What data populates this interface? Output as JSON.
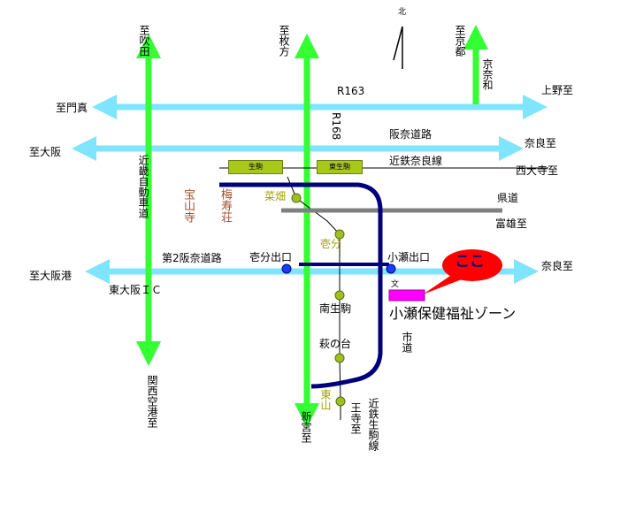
{
  "colors": {
    "expressway": "#7fe5ff",
    "highway": "#33ff33",
    "road_dark": "#00007a",
    "prefectural": "#808080",
    "station": "#a0c020",
    "exit": "#1a3cff",
    "destination": "#ff00ff",
    "balloon": "#ff0000"
  },
  "north": {
    "label": "北"
  },
  "routes": {
    "r163": "R163",
    "r168": "R168",
    "hanna_road": "阪奈道路",
    "kintetsu_nara_line": "近鉄奈良線",
    "prefectural_road": "県道",
    "dai2_hanna": "第2阪奈道路",
    "kinki_expressway": "近畿自動車道",
    "city_road": "市道",
    "kintetsu_ikoma_line": "近鉄生駒線"
  },
  "directions": {
    "to_suita": "至吹田",
    "to_hirakata": "至枚方",
    "to_kyoto": "至京都",
    "to_kadoma": "至門真",
    "to_ueno": "上野至",
    "kyonara": "京奈和",
    "to_osaka": "至大阪",
    "to_nara1": "奈良至",
    "to_saidaiji": "西大寺至",
    "to_tomio": "富雄至",
    "to_osakako": "至大阪港",
    "to_nara2": "奈良至",
    "to_kansai_airport": "関西空港至",
    "to_shingu": "新宮至",
    "to_oji": "王寺至"
  },
  "places": {
    "hozanji": "宝山寺",
    "umejuso": "梅寿荘",
    "higashiosaka_ic": "東大阪ＩＣ",
    "ichibu_exit": "壱分出口",
    "kose_exit": "小瀬出口"
  },
  "stations": {
    "ikoma": "生駒",
    "higashi_ikoma": "東生駒",
    "nabata": "菜畑",
    "ichibu": "壱分",
    "minami_ikoma": "南生駒",
    "haginodai": "萩の台",
    "higashiyama": "東山"
  },
  "destination": {
    "mark": "文",
    "name": "小瀬保健福祉ゾーン",
    "balloon": "ここ"
  }
}
